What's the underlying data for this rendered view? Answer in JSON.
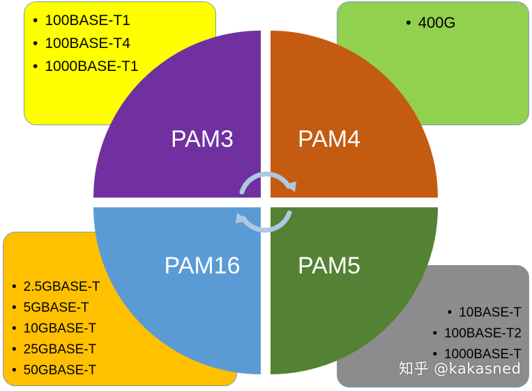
{
  "colors": {
    "pam3": "#7030a0",
    "pam4": "#c55a11",
    "pam16": "#5b9bd5",
    "pam5": "#548235",
    "box_tl": "#ffff00",
    "box_tr": "#92d050",
    "box_bl": "#ffc000",
    "box_br": "#8c8c8c",
    "arrows": "#aec8e4"
  },
  "quadrants": {
    "top_left": "PAM3",
    "top_right": "PAM4",
    "bottom_left": "PAM16",
    "bottom_right": "PAM5"
  },
  "boxes": {
    "top_left": {
      "items": [
        "100BASE-T1",
        "100BASE-T4",
        "1000BASE-T1"
      ]
    },
    "top_right": {
      "items": [
        "400G"
      ]
    },
    "bottom_left": {
      "items": [
        "2.5GBASE-T",
        "5GBASE-T",
        "10GBASE-T",
        "25GBASE-T",
        "50GBASE-T"
      ]
    },
    "bottom_right": {
      "items": [
        "10BASE-T",
        "100BASE-T2",
        "1000BASE-T"
      ]
    }
  },
  "watermark": "知乎 @kakasned"
}
